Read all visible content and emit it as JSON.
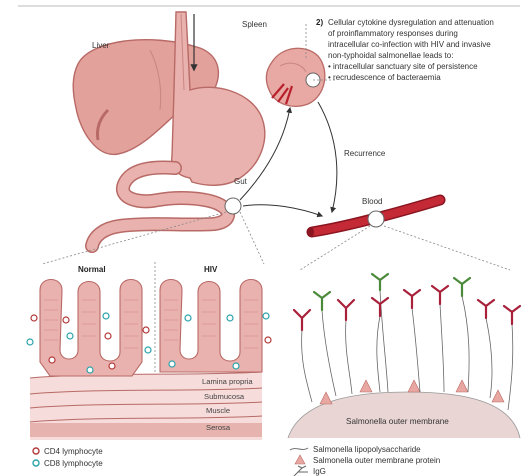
{
  "labels": {
    "liver": "Liver",
    "spleen": "Spleen",
    "gut": "Gut",
    "blood": "Blood",
    "recurrence": "Recurrence",
    "normal": "Normal",
    "hiv": "HIV"
  },
  "callout": {
    "number": "2)",
    "lines": [
      "Cellular cytokine dysregulation and attenuation",
      "of proinflammatory responses during",
      "intracellular co-infection with HIV and invasive",
      "non-typhoidal salmonellae leads to:",
      "• intracellular sanctuary site of persistence",
      "• recrudescence of bacteraemia"
    ]
  },
  "gut_layers": [
    "Lamina propria",
    "Submucosa",
    "Muscle",
    "Serosa"
  ],
  "membrane_label": "Salmonella outer membrane",
  "legend_left": [
    {
      "label": "CD4 lymphocyte",
      "color": "#b23a3a"
    },
    {
      "label": "CD8 lymphocyte",
      "color": "#2aa3a8"
    }
  ],
  "legend_right": [
    {
      "label": "Salmonella lipopolysaccharide",
      "symbol": "line-icon"
    },
    {
      "label": "Salmonella outer membrane protein",
      "symbol": "triangle-icon"
    },
    {
      "label": "IgG",
      "symbol": "antibody-icon"
    }
  ],
  "colors": {
    "organ": "#e9a7a2",
    "organ_stroke": "#b86a66",
    "blood": "#b8202c",
    "cd4": "#b23a3a",
    "cd8": "#2aa3a8",
    "antibody_red": "#a8203a",
    "antibody_green": "#4a8a3a"
  }
}
